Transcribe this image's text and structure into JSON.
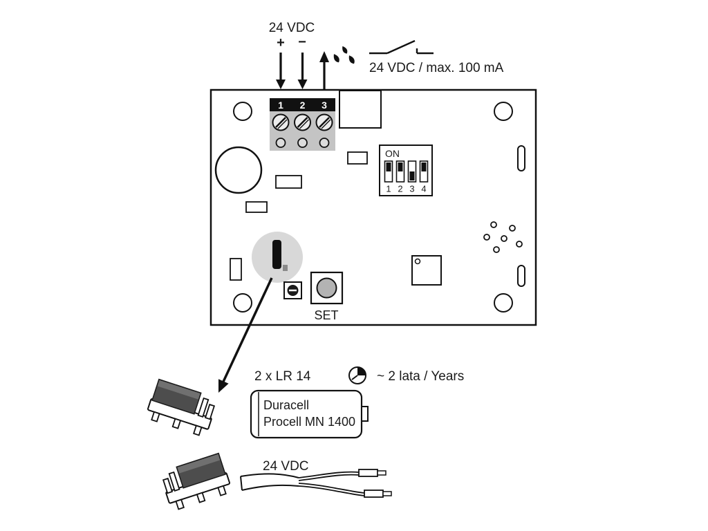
{
  "diagram": {
    "power_input": {
      "label": "24 VDC",
      "plus": "+",
      "minus": "−"
    },
    "output": {
      "label": "24 VDC / max. 100 mA"
    },
    "board": {
      "terminal_numbers": [
        "1",
        "2",
        "3"
      ],
      "dip": {
        "on_label": "ON",
        "numbers": [
          "1",
          "2",
          "3",
          "4"
        ]
      },
      "set_label": "SET"
    },
    "battery": {
      "quantity_label": "2 x LR 14",
      "life_label": "~ 2 lata / Years",
      "brand_line1": "Duracell",
      "brand_line2": "Procell MN 1400"
    },
    "cable": {
      "label": "24 VDC"
    }
  }
}
